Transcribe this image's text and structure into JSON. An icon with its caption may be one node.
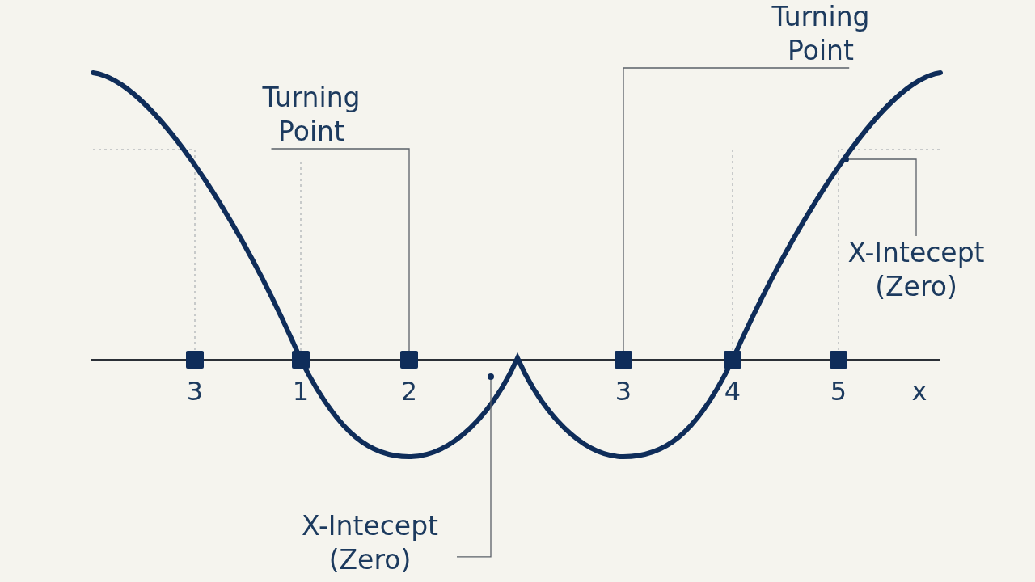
{
  "diagram": {
    "nodes": [
      {
        "text": [
          "Turning Point"
        ]
      },
      {
        "text": [
          "Turning Point"
        ]
      },
      {
        "text": [
          "X-Intecept (Zero)"
        ]
      },
      {
        "text": [
          "X-Intecept (Zero)"
        ]
      },
      {
        "text": [],
        "shape": "box"
      },
      {
        "text": [],
        "shape": "box"
      },
      {
        "text": [],
        "shape": "circle"
      },
      {
        "text": [],
        "shape": "circle"
      }
    ],
    "edges": [
      {
        "from": 0,
        "to": 4,
        "arrow": "none"
      },
      {
        "from": 1,
        "to": 5,
        "arrow": "none"
      },
      {
        "from": 2,
        "to": 6,
        "arrow": "none"
      },
      {
        "from": 3,
        "to": 7,
        "arrow": "none"
      }
    ],
    "labels": [
      "3",
      "1",
      "2",
      "3",
      "4",
      "5",
      "x"
    ]
  }
}
